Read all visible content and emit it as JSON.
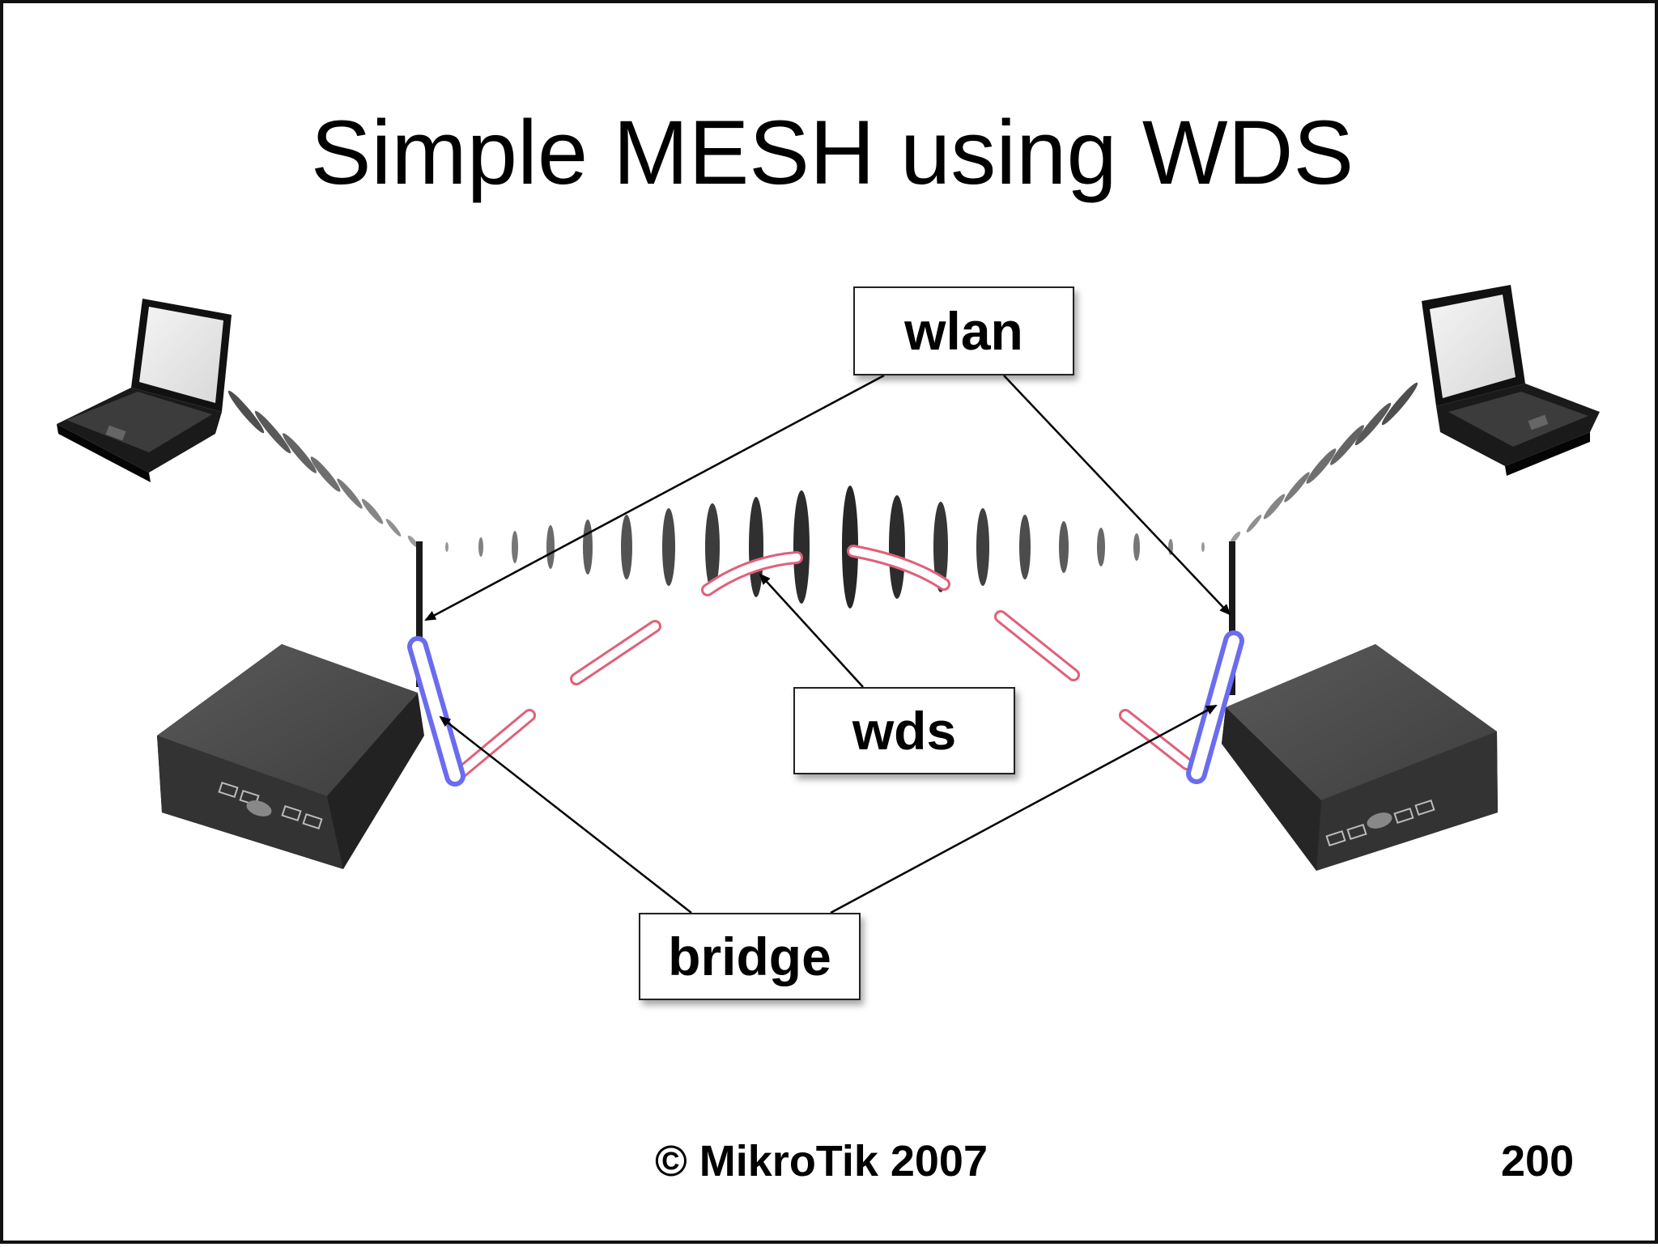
{
  "title": "Simple MESH using WDS",
  "labels": {
    "wlan": "wlan",
    "wds": "wds",
    "bridge": "bridge"
  },
  "footer": {
    "copyright": "© MikroTik 2007",
    "page_number": "200"
  },
  "colors": {
    "bridge_outline": "#6a6cf0",
    "wds_link": "#e0607a",
    "router_body": "#4a4a4a",
    "arrow": "#000000"
  },
  "icons": [
    "laptop-icon",
    "router-icon",
    "antenna-icon",
    "signal-wave-icon"
  ]
}
